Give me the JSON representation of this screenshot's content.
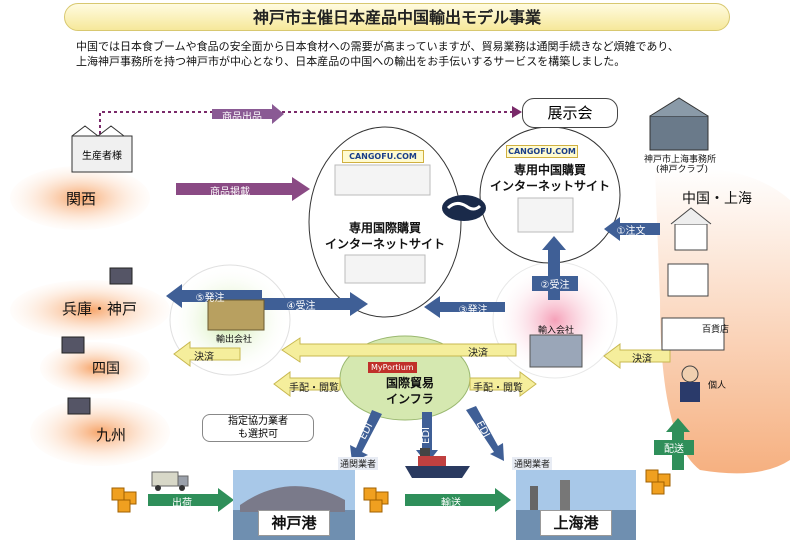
{
  "title": "神戸市主催日本産品中国輸出モデル事業",
  "description": [
    "中国では日本食ブームや食品の安全面から日本食材への需要が高まっていますが、貿易業務は通関手続きなど煩雑であり、",
    "上海神戸事務所を持つ神戸市が中心となり、日本産品の中国への輸出をお手伝いするサービスを構築しました。"
  ],
  "left": {
    "producer": "生産者様",
    "kansai": "関西",
    "hyogo": "兵庫・神戸",
    "shikoku": "四国",
    "kyushu": "九州",
    "exporter": "輸出会社"
  },
  "right": {
    "exhibition": "展示会",
    "office": [
      "神戸市上海事務所",
      "(神戸クラブ)"
    ],
    "china": "中国・上海",
    "importer": "輸入会社",
    "dept_store": "百貨店",
    "individual": "個人"
  },
  "center": {
    "site_jp": [
      "専用国際購買",
      "インターネットサイト"
    ],
    "site_cn": [
      "専用中国購買",
      "インターネットサイト"
    ],
    "logo": "CANGOFU.COM",
    "infra_logo": "MyPortium",
    "infra": [
      "国際貿易",
      "インフラ"
    ],
    "designated": [
      "指定協力業者",
      "も選択可"
    ]
  },
  "arrows": {
    "exhibit_goods": "商品出品",
    "post_goods": "商品掲載",
    "order": "①注文",
    "accept2": "②受注",
    "order3": "③発注",
    "accept4": "④受注",
    "order5": "⑤発注",
    "settle": "決済",
    "arrange": "手配・閲覧",
    "edi": "EDI",
    "customs": "通関業者",
    "ship": "出荷",
    "transport": "輸送",
    "delivery": "配送"
  },
  "ports": {
    "kobe": "神戸港",
    "shanghai": "上海港"
  },
  "colors": {
    "purple": "#7a4a84",
    "blue": "#3f5f96",
    "green": "#2f8f5a",
    "orange": "#f5b98a",
    "yellow": "#f5ee9c",
    "infra": "#d5e8b0"
  }
}
